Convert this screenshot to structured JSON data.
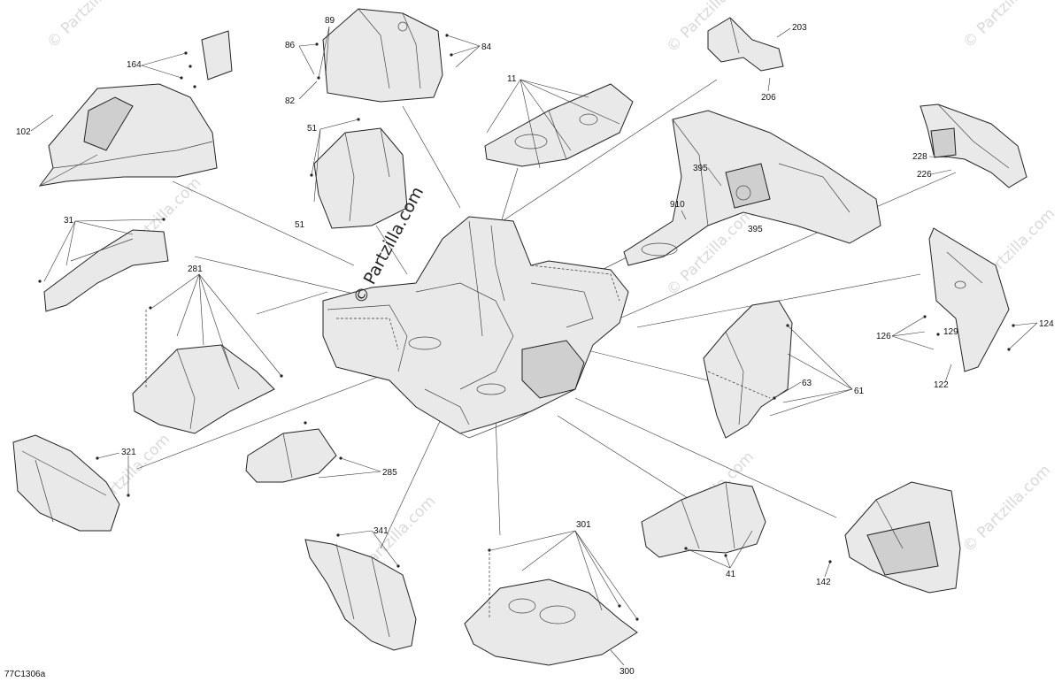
{
  "figure_code": "77C1306a",
  "watermark_main": "© Partzilla.com",
  "watermark_tile": "© Partzilla.com",
  "callouts": [
    "164",
    "102",
    "89",
    "86",
    "84",
    "82",
    "51",
    "51",
    "11",
    "203",
    "206",
    "395",
    "395",
    "910",
    "228",
    "226",
    "31",
    "281",
    "124",
    "126",
    "129",
    "122",
    "63",
    "61",
    "321",
    "285",
    "341",
    "301",
    "300",
    "41",
    "142"
  ]
}
